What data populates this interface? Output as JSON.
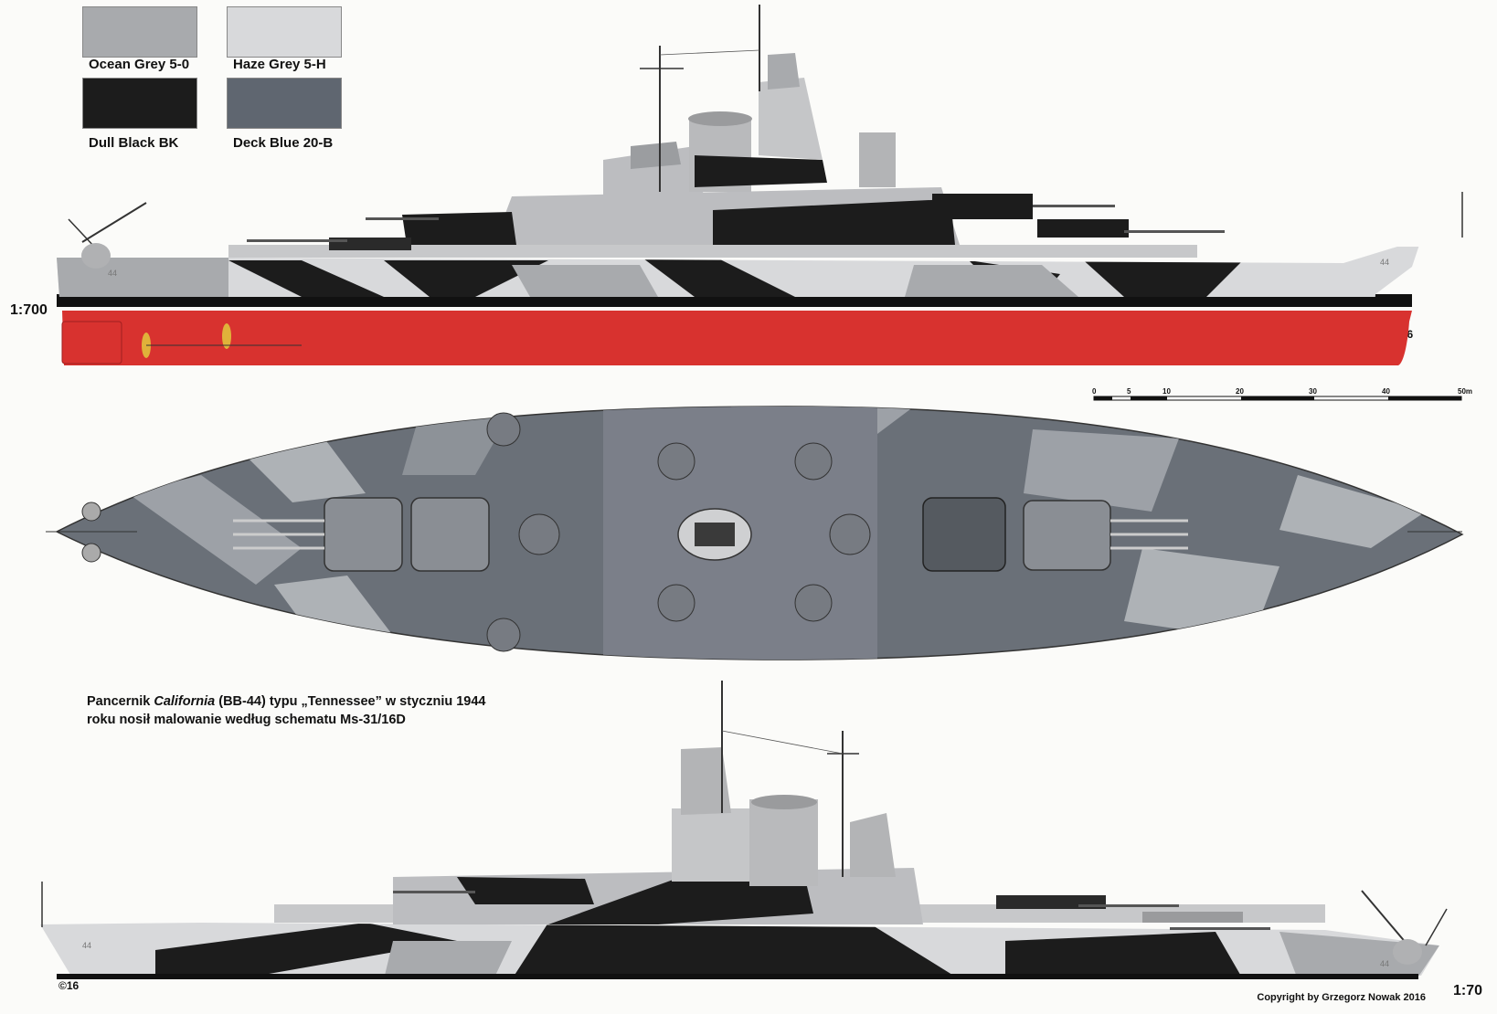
{
  "colors": {
    "ocean_grey": "#a8aaad",
    "haze_grey": "#d8d9db",
    "dull_black": "#1c1c1c",
    "deck_blue": "#5f6670",
    "hull_red": "#d8322f",
    "boot_black": "#111111"
  },
  "legend": [
    {
      "label": "Ocean Grey 5-0"
    },
    {
      "label": "Haze Grey 5-H"
    },
    {
      "label": "Dull Black BK"
    },
    {
      "label": "Deck Blue 20-B"
    }
  ],
  "scale_top": "1:700",
  "scale_bottom": "1:70",
  "symbol_top": "©16",
  "symbol_bottom": "©16",
  "hull_number": "44",
  "scalebar": {
    "ticks": [
      "0",
      "5",
      "10",
      "20",
      "30",
      "40",
      "50m"
    ]
  },
  "caption": {
    "line1_pre": "Pancernik ",
    "line1_ship": "California",
    "line1_post": " (BB-44) typu „Tennessee” w styczniu 1944",
    "line2": "roku nosił malowanie według schematu Ms-31/16D"
  },
  "copyright": "Copyright by Grzegorz Nowak 2016"
}
